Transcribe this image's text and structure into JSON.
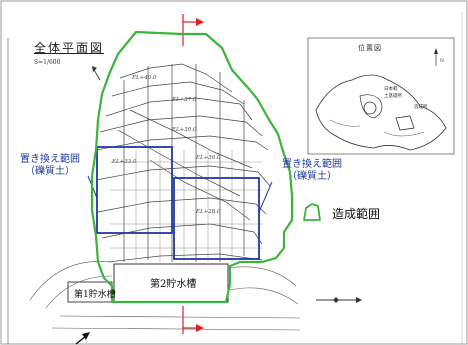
{
  "labels": {
    "plan_title": "全体平面図",
    "scale": "S=1/600",
    "replacement_area": "置き換え範囲",
    "replacement_material": "（礫質土）",
    "legend_label": "造成範囲",
    "location_map_title": "位置図",
    "location_north": "N",
    "location_label_1": "日本軽",
    "location_label_2": "土基礎所",
    "location_label_3": "造成所",
    "pond_1": "第1貯水槽",
    "pond_2": "第2貯水槽",
    "elevations": [
      "EL+40.0",
      "EL+37.0",
      "EL+33.0",
      "EL+30.0",
      "EL+28.0",
      "EL+30.0"
    ]
  },
  "colors": {
    "development_boundary": "#3cb43c",
    "replacement_area": "#1f3b9a",
    "section_marker": "#e02020",
    "line_art": "#333333"
  },
  "icons": [
    "north-arrow-icon",
    "section-arrow-icon",
    "compass-icon",
    "legend-boundary-icon"
  ]
}
